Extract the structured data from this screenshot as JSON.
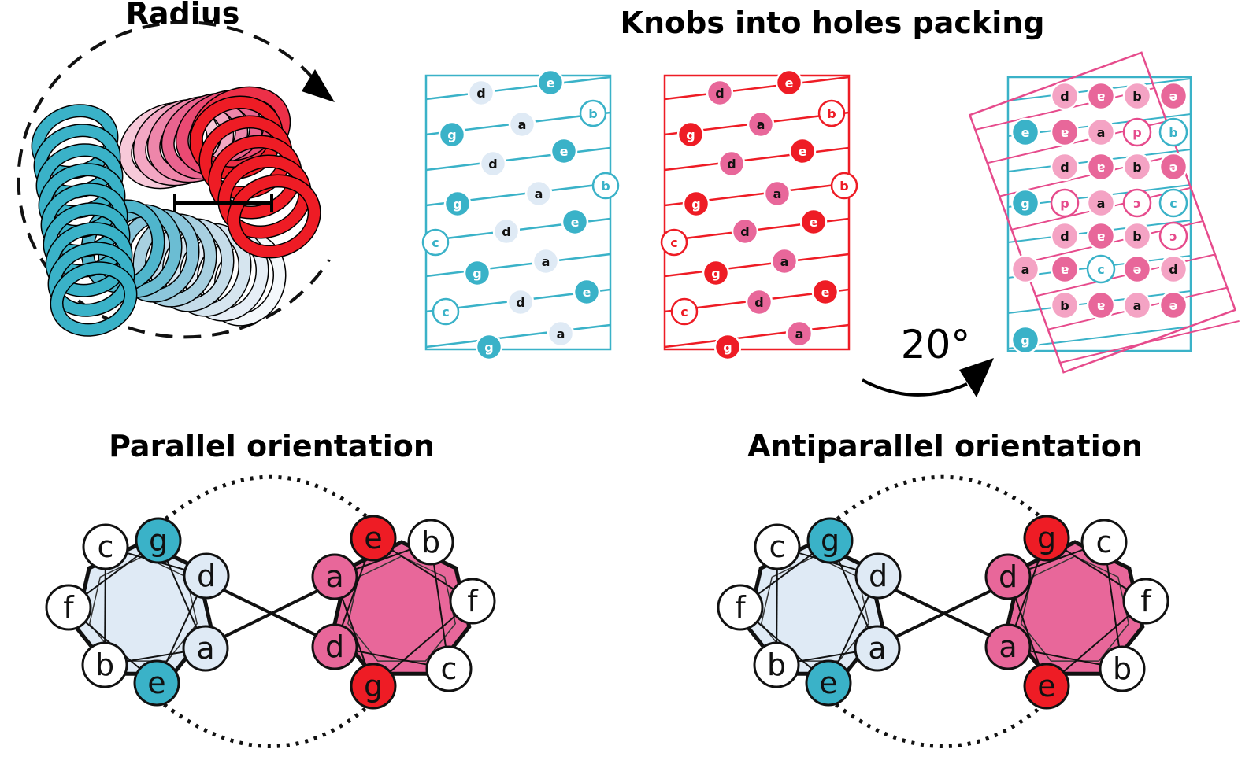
{
  "titles": {
    "radius": "Radius",
    "knobs": "Knobs into holes packing",
    "parallel": "Parallel orientation",
    "antiparallel": "Antiparallel orientation"
  },
  "rotation_label": "20°",
  "colors": {
    "blue": "#3ab2c8",
    "blue_light": "#dfeaf5",
    "red": "#ee1c25",
    "pink": "#e8679a",
    "pink_light": "#f4a3c4",
    "line_blue": "#3ab2c8",
    "line_red": "#ee1c25",
    "line_pink": "#e64b8c"
  },
  "knob_panels": [
    {
      "id": "blue-panel",
      "scheme": "blue",
      "knobs": [
        {
          "label": "d",
          "style": "light"
        },
        {
          "label": "e",
          "style": "solid"
        },
        {
          "label": "b",
          "style": "open"
        },
        {
          "label": "g",
          "style": "solid"
        },
        {
          "label": "a",
          "style": "light"
        },
        {
          "label": "e",
          "style": "solid"
        },
        {
          "label": "d",
          "style": "light"
        },
        {
          "label": "b",
          "style": "open"
        },
        {
          "label": "g",
          "style": "solid"
        },
        {
          "label": "a",
          "style": "light"
        },
        {
          "label": "c",
          "style": "open"
        },
        {
          "label": "d",
          "style": "light"
        },
        {
          "label": "e",
          "style": "solid"
        },
        {
          "label": "g",
          "style": "solid"
        },
        {
          "label": "a",
          "style": "light"
        },
        {
          "label": "c",
          "style": "open"
        },
        {
          "label": "d",
          "style": "light"
        },
        {
          "label": "e",
          "style": "solid"
        },
        {
          "label": "g",
          "style": "solid"
        },
        {
          "label": "a",
          "style": "light"
        }
      ]
    },
    {
      "id": "red-panel",
      "scheme": "red",
      "knobs": [
        {
          "label": "d",
          "style": "light"
        },
        {
          "label": "e",
          "style": "solid"
        },
        {
          "label": "b",
          "style": "open"
        },
        {
          "label": "g",
          "style": "solid"
        },
        {
          "label": "a",
          "style": "light"
        },
        {
          "label": "e",
          "style": "solid"
        },
        {
          "label": "d",
          "style": "light"
        },
        {
          "label": "b",
          "style": "open"
        },
        {
          "label": "g",
          "style": "solid"
        },
        {
          "label": "a",
          "style": "light"
        },
        {
          "label": "c",
          "style": "open"
        },
        {
          "label": "d",
          "style": "light"
        },
        {
          "label": "e",
          "style": "solid"
        },
        {
          "label": "g",
          "style": "solid"
        },
        {
          "label": "a",
          "style": "light"
        },
        {
          "label": "c",
          "style": "open"
        },
        {
          "label": "d",
          "style": "light"
        },
        {
          "label": "e",
          "style": "solid"
        },
        {
          "label": "g",
          "style": "solid"
        },
        {
          "label": "a",
          "style": "light"
        }
      ]
    }
  ],
  "overlay_panel": {
    "blue_knobs": [
      {
        "label": "d",
        "style": "light"
      },
      {
        "label": "b",
        "style": "light"
      },
      {
        "label": "e",
        "style": "solid"
      },
      {
        "label": "a",
        "style": "light"
      },
      {
        "label": "b",
        "style": "open"
      },
      {
        "label": "d",
        "style": "light"
      },
      {
        "label": "b",
        "style": "light"
      },
      {
        "label": "g",
        "style": "solid"
      },
      {
        "label": "a",
        "style": "light"
      },
      {
        "label": "c",
        "style": "open"
      },
      {
        "label": "d",
        "style": "light"
      },
      {
        "label": "b",
        "style": "light"
      },
      {
        "label": "a",
        "style": "light"
      },
      {
        "label": "c",
        "style": "open"
      },
      {
        "label": "d",
        "style": "light"
      },
      {
        "label": "b",
        "style": "light"
      },
      {
        "label": "a",
        "style": "light"
      },
      {
        "label": "g",
        "style": "solid"
      }
    ],
    "pink_knobs": [
      {
        "label": "ɐ",
        "style": "solid"
      },
      {
        "label": "ə",
        "style": "solid"
      },
      {
        "label": "ɐ",
        "style": "solid"
      },
      {
        "label": "p",
        "style": "open"
      },
      {
        "label": "ɐ",
        "style": "solid"
      },
      {
        "label": "ə",
        "style": "solid"
      },
      {
        "label": "p",
        "style": "open"
      },
      {
        "label": "ɔ",
        "style": "open"
      },
      {
        "label": "ɐ",
        "style": "solid"
      },
      {
        "label": "ɔ",
        "style": "open"
      },
      {
        "label": "ɐ",
        "style": "solid"
      },
      {
        "label": "ə",
        "style": "solid"
      },
      {
        "label": "ɐ",
        "style": "solid"
      },
      {
        "label": "ə",
        "style": "solid"
      }
    ]
  },
  "helical_wheels": [
    {
      "id": "parallel",
      "left": {
        "center": {
          "label": "d",
          "style": "light"
        },
        "positions": [
          {
            "label": "c",
            "style": "white"
          },
          {
            "label": "g",
            "style": "blue"
          },
          {
            "label": "d",
            "style": "light"
          },
          {
            "label": "a",
            "style": "light"
          },
          {
            "label": "e",
            "style": "blue"
          },
          {
            "label": "b",
            "style": "white"
          },
          {
            "label": "f",
            "style": "white"
          }
        ]
      },
      "right": {
        "positions": [
          {
            "label": "e",
            "style": "red"
          },
          {
            "label": "b",
            "style": "white"
          },
          {
            "label": "f",
            "style": "white"
          },
          {
            "label": "c",
            "style": "white"
          },
          {
            "label": "g",
            "style": "red"
          },
          {
            "label": "d",
            "style": "pink"
          },
          {
            "label": "a",
            "style": "pink"
          }
        ]
      }
    },
    {
      "id": "antiparallel",
      "left": {
        "positions": [
          {
            "label": "c",
            "style": "white"
          },
          {
            "label": "g",
            "style": "blue"
          },
          {
            "label": "d",
            "style": "light"
          },
          {
            "label": "a",
            "style": "light"
          },
          {
            "label": "e",
            "style": "blue"
          },
          {
            "label": "b",
            "style": "white"
          },
          {
            "label": "f",
            "style": "white"
          }
        ]
      },
      "right": {
        "positions": [
          {
            "label": "g",
            "style": "red"
          },
          {
            "label": "c",
            "style": "white"
          },
          {
            "label": "f",
            "style": "white"
          },
          {
            "label": "b",
            "style": "white"
          },
          {
            "label": "e",
            "style": "red"
          },
          {
            "label": "a",
            "style": "pink"
          },
          {
            "label": "d",
            "style": "pink"
          }
        ]
      }
    }
  ]
}
